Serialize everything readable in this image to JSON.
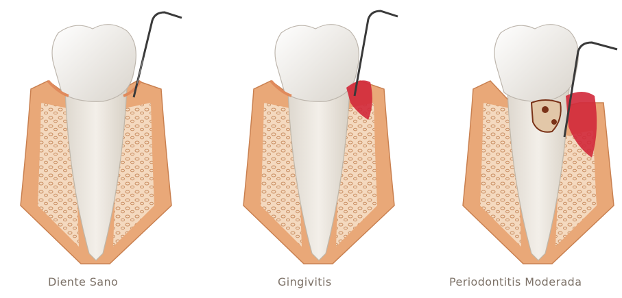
{
  "panels": [
    {
      "caption": "Diente Sano",
      "condition": "healthy"
    },
    {
      "caption": "Gingivitis",
      "condition": "inflamed-gum"
    },
    {
      "caption": "Periodontitis Moderada",
      "condition": "bone-loss"
    }
  ],
  "colors": {
    "bone_outer": "#e9a878",
    "bone_inner": "#f4d9bf",
    "bone_pores": "#c98f63",
    "gum_edge": "#e08a5c",
    "enamel": "#f4f1ec",
    "root": "#ece7df",
    "inflamed": "#d2283a",
    "plaque": "#7a3218",
    "probe": "#3a3a3a",
    "caption": "#7d7268"
  },
  "icons": [
    "periodontal-probe-icon"
  ]
}
